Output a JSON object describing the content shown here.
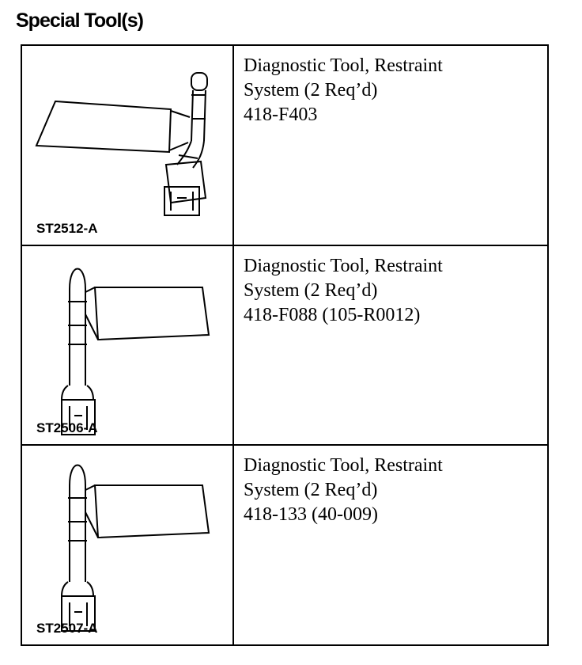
{
  "heading": "Special Tool(s)",
  "tools": [
    {
      "code": "ST2512-A",
      "name_line1": "Diagnostic Tool, Restraint",
      "name_line2": "System (2 Req’d)",
      "number": "418-F403"
    },
    {
      "code": "ST2506-A",
      "name_line1": "Diagnostic Tool, Restraint",
      "name_line2": "System (2 Req’d)",
      "number": "418-F088 (105-R0012)"
    },
    {
      "code": "ST2507-A",
      "name_line1": "Diagnostic Tool, Restraint",
      "name_line2": "System (2 Req’d)",
      "number": "418-133 (40-009)"
    }
  ]
}
